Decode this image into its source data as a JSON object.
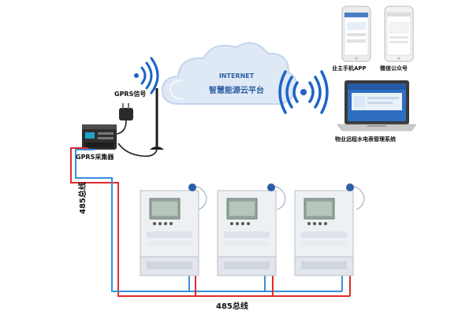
{
  "cloud": {
    "line1": "INTERNET",
    "line2": "智慧能源云平台",
    "color": "#dbe7f6",
    "text_color": "#2d5fa6"
  },
  "labels": {
    "gprs_signal": "GPRS信号",
    "gprs_collector": "GPRS采集器",
    "owner_app": "业主手机APP",
    "wechat_account": "微信公众号",
    "property_system": "物业远程水电表管理系统",
    "bus_vertical": "485总线",
    "bus_horizontal": "485总线"
  },
  "colors": {
    "wire_red": "#e02b2b",
    "wire_blue": "#3a8fdd",
    "wifi_blue": "#1f63c6"
  },
  "icons": [
    "wifi-signal-icon",
    "power-adapter-icon",
    "gprs-antenna-icon",
    "smartphone-icon",
    "laptop-icon",
    "electric-meter-icon"
  ]
}
